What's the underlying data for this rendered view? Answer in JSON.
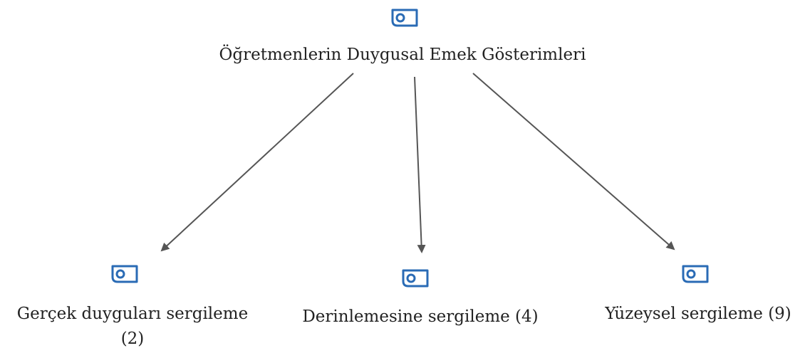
{
  "root": {
    "label": "Öğretmenlerin Duygusal Emek Gösterimleri",
    "icon": "code-tag-icon"
  },
  "children": [
    {
      "label": "Gerçek duyguları sergileme",
      "count": "(2)",
      "icon": "code-tag-icon"
    },
    {
      "label": "Derinlemesine sergileme (4)",
      "icon": "code-tag-icon"
    },
    {
      "label": "Yüzeysel sergileme (9)",
      "icon": "code-tag-icon"
    }
  ],
  "colors": {
    "icon": "#2a6bb5",
    "arrow": "#555555",
    "text": "#222222"
  }
}
